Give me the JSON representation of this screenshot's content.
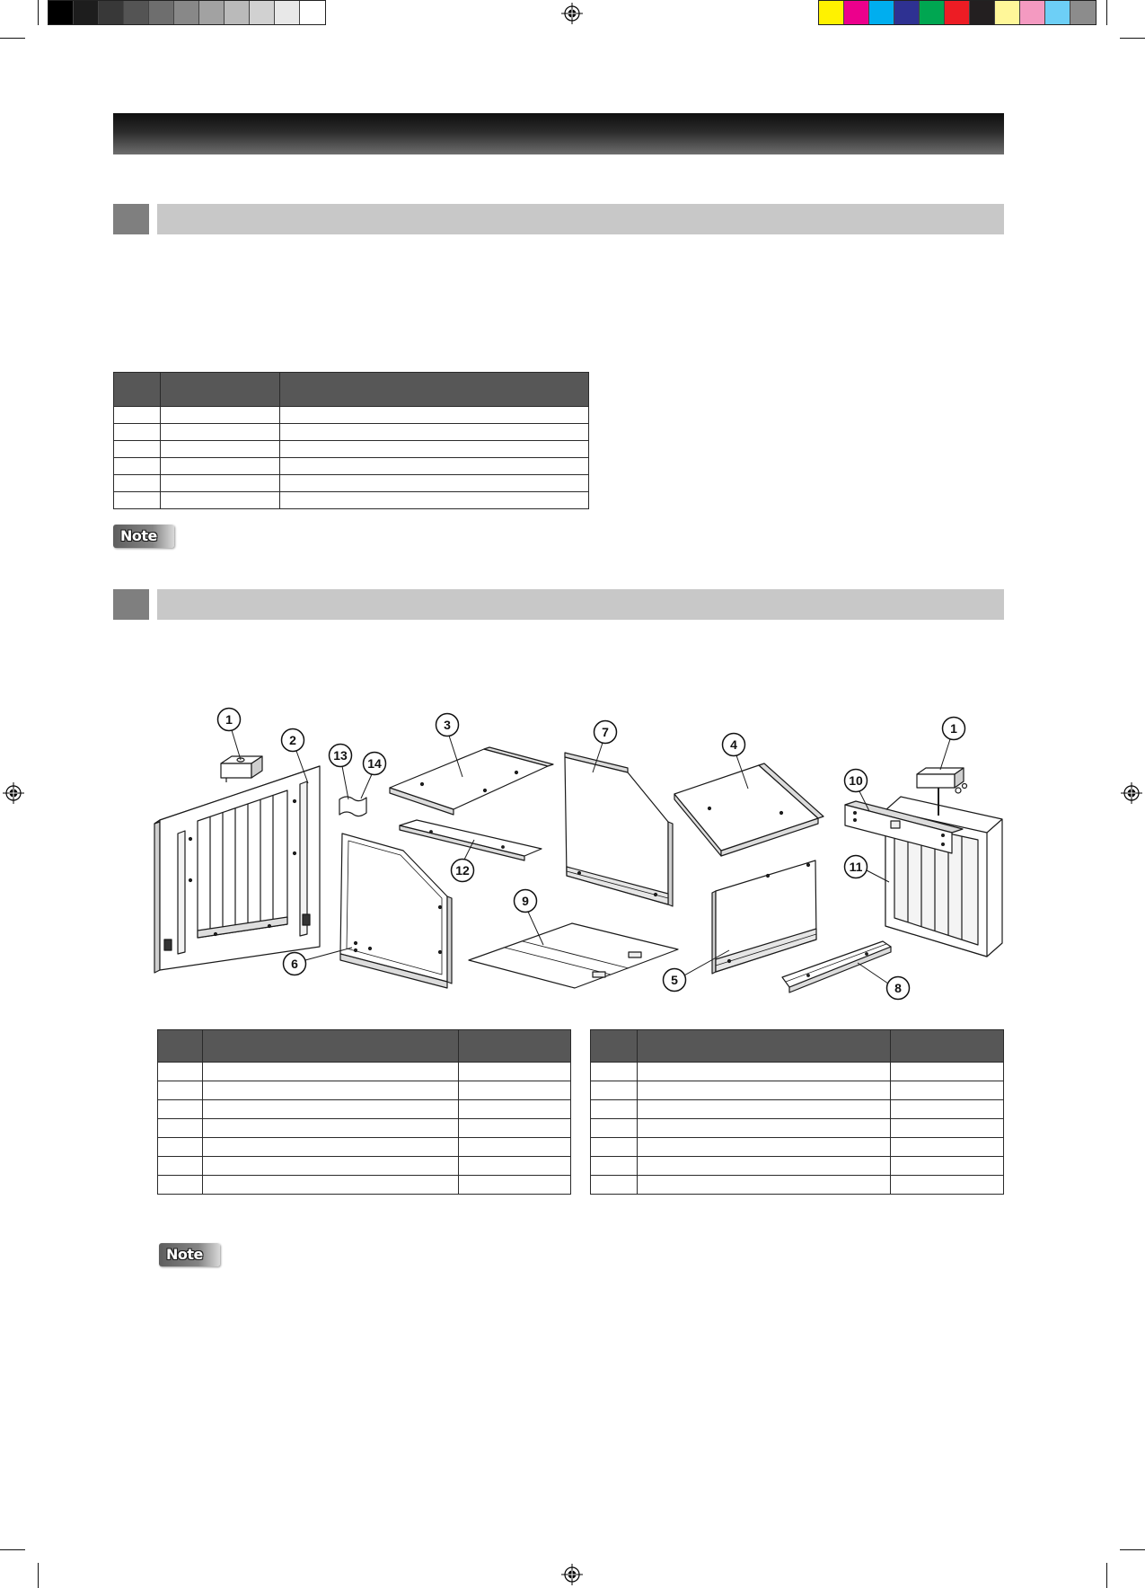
{
  "colorbars": {
    "grayscale": [
      "#000000",
      "#1d1d1d",
      "#383838",
      "#545454",
      "#6e6e6e",
      "#888888",
      "#a2a2a2",
      "#bababa",
      "#d1d1d1",
      "#e8e8e8",
      "#ffffff"
    ],
    "process": [
      "#fff200",
      "#ec008c",
      "#00aeef",
      "#2e3192",
      "#00a651",
      "#ed1c24",
      "#231f20",
      "#fff799",
      "#f49ac1",
      "#6dcff6",
      "#8c8c8c"
    ]
  },
  "colors": {
    "section_marker": "#7f7f7f",
    "section_bar": "#c8c8c8",
    "table_header": "#575757"
  },
  "notes": [
    "Note",
    "Note"
  ],
  "diagram": {
    "callouts": [
      "1",
      "2",
      "13",
      "14",
      "3",
      "12",
      "6",
      "9",
      "7",
      "4",
      "5",
      "8",
      "1",
      "10",
      "11"
    ]
  }
}
